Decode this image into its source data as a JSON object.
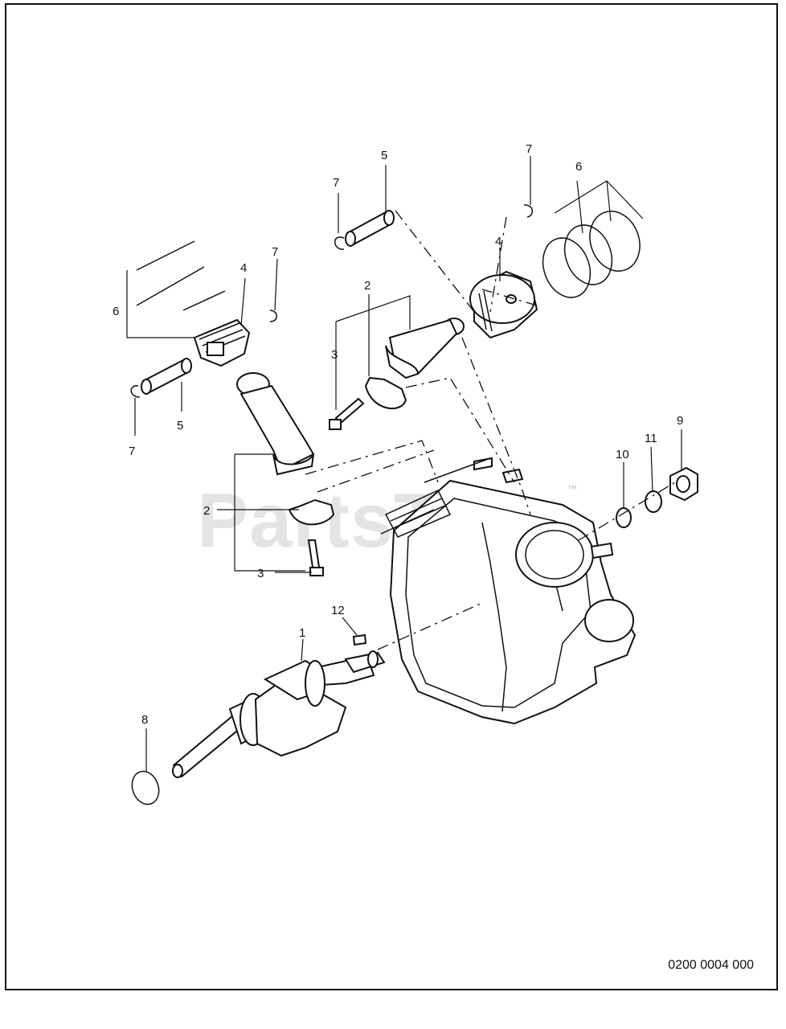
{
  "watermark": {
    "text": "PartsTree",
    "trademark": "™"
  },
  "drawing_number": "0200 0004 000",
  "callouts": {
    "c1": "1",
    "c2a": "2",
    "c2b": "2",
    "c3a": "3",
    "c3b": "3",
    "c4a": "4",
    "c4b": "4",
    "c5a": "5",
    "c5b": "5",
    "c6a": "6",
    "c6b": "6",
    "c7a": "7",
    "c7b": "7",
    "c7c": "7",
    "c7d": "7",
    "c8": "8",
    "c9": "9",
    "c10": "10",
    "c11": "11",
    "c12": "12"
  }
}
